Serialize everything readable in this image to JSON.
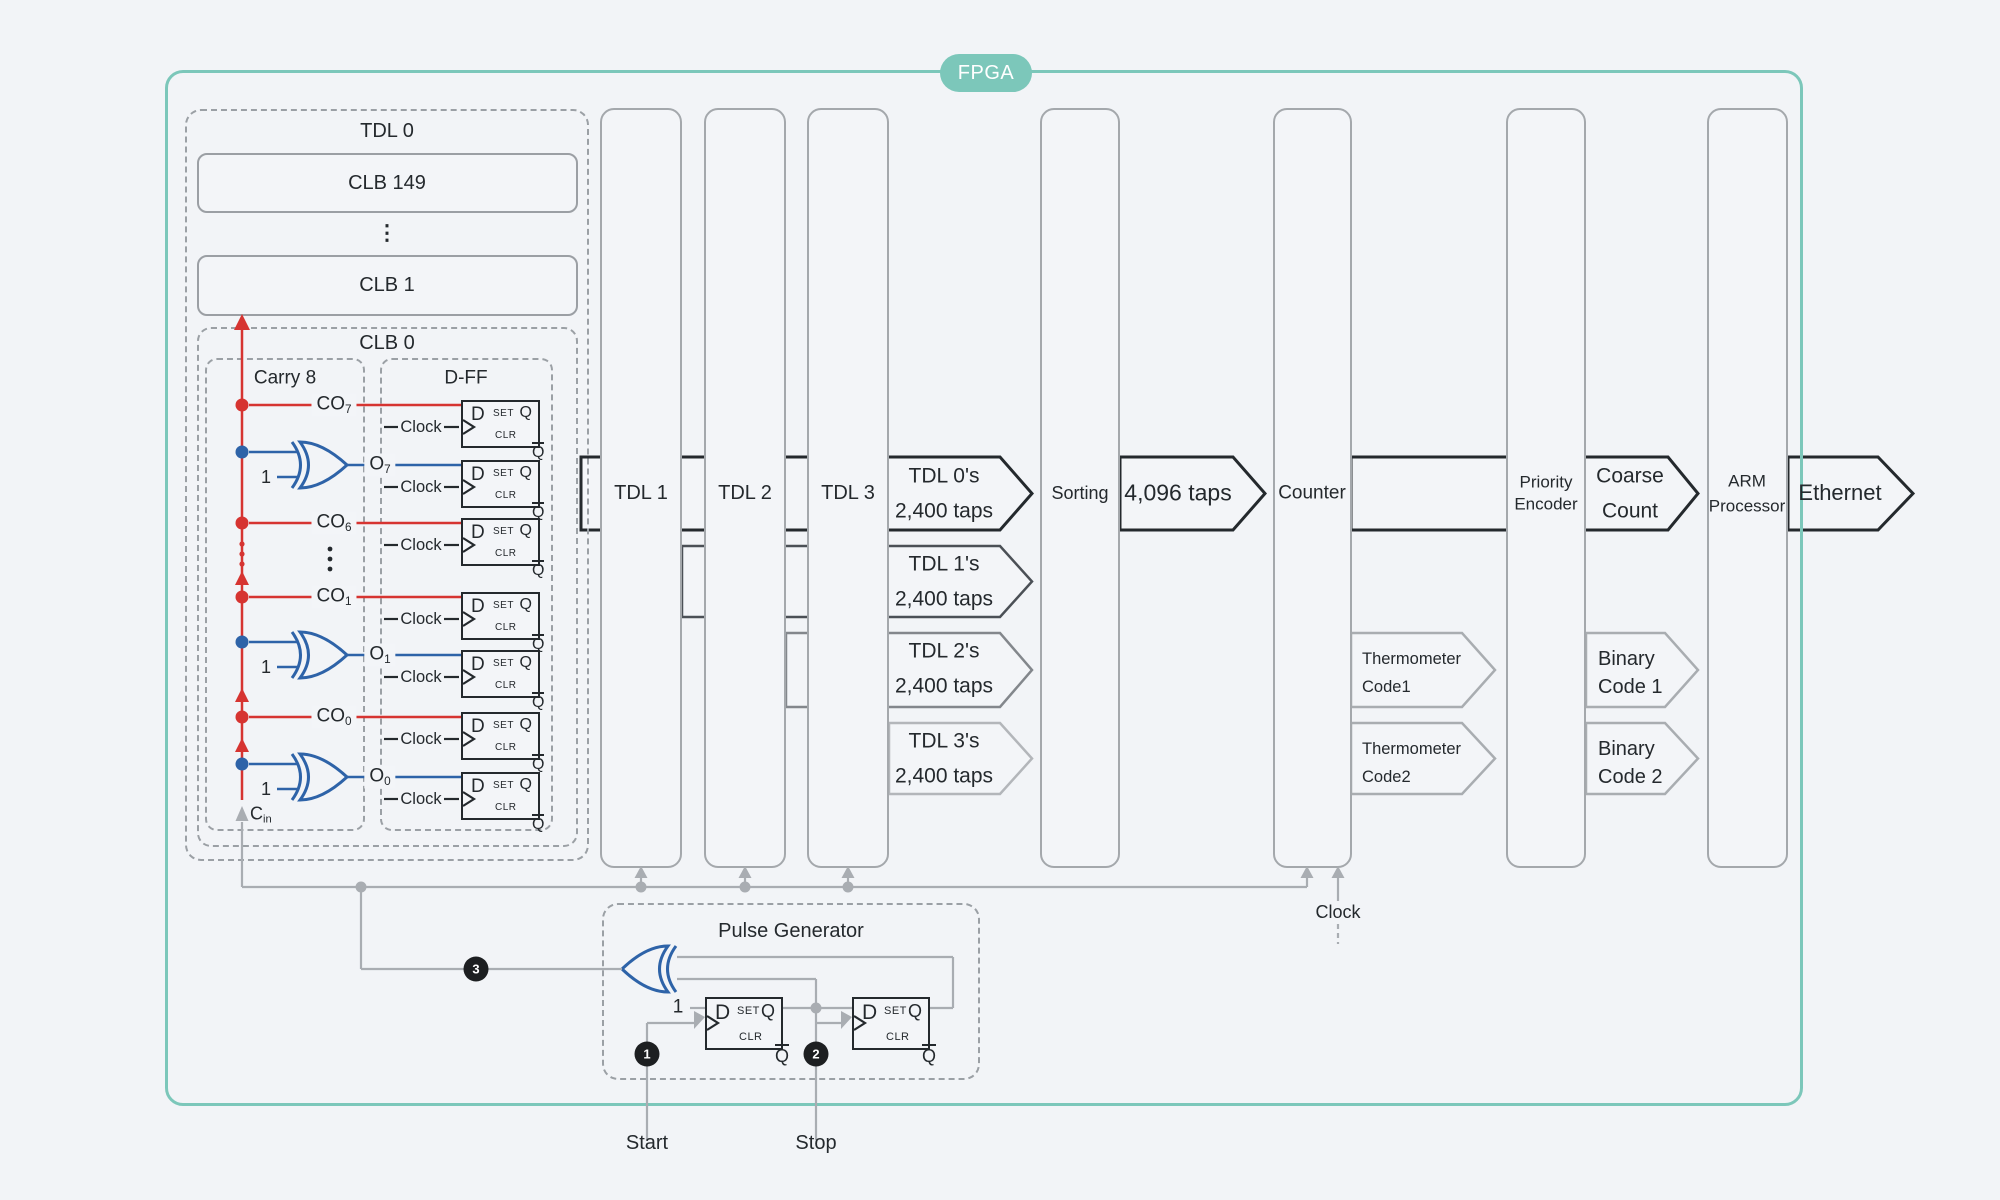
{
  "colors": {
    "accent_teal": "#7cc7ba",
    "carry_red": "#d63431",
    "xor_blue": "#2e63a8",
    "wire_gray": "#a9adb2",
    "line_dark": "#24292d",
    "background": "#f2f4f7"
  },
  "fpga": {
    "label": "FPGA"
  },
  "tdl0": {
    "title": "TDL 0",
    "clb_149": "CLB 149",
    "ellipsis": "⋮",
    "clb_1": "CLB 1"
  },
  "clb0": {
    "title": "CLB 0",
    "carry_title": "Carry 8",
    "dff_title": "D-FF",
    "clock_label": "Clock",
    "xor_input": "1"
  },
  "signals": {
    "co7": {
      "base": "CO",
      "sub": "7"
    },
    "o7": {
      "base": "O",
      "sub": "7"
    },
    "co6": {
      "base": "CO",
      "sub": "6"
    },
    "co1": {
      "base": "CO",
      "sub": "1"
    },
    "o1": {
      "base": "O",
      "sub": "1"
    },
    "co0": {
      "base": "CO",
      "sub": "0"
    },
    "o0": {
      "base": "O",
      "sub": "0"
    },
    "cin": {
      "base": "C",
      "sub": "in"
    }
  },
  "dff_cell": {
    "d": "D",
    "set": "SET",
    "q": "Q",
    "clr": "CLR",
    "qbar": "Q"
  },
  "columns": [
    {
      "line1": "TDL 1"
    },
    {
      "line1": "TDL 2"
    },
    {
      "line1": "TDL 3"
    },
    {
      "line1": "Sorting"
    },
    {
      "line1": "Counter"
    },
    {
      "line1": "Priority",
      "line2": "Encoder"
    },
    {
      "line1": "ARM",
      "line2": "Processor"
    }
  ],
  "taps_bands": [
    {
      "line1": "TDL 0's",
      "line2": "2,400 taps"
    },
    {
      "line1": "TDL 1's",
      "line2": "2,400 taps"
    },
    {
      "line1": "TDL 2's",
      "line2": "2,400 taps"
    },
    {
      "line1": "TDL 3's",
      "line2": "2,400 taps"
    }
  ],
  "merge_band": {
    "label": "4,096 taps"
  },
  "thermo_bands": [
    {
      "line1": "Thermometer",
      "line2": "Code1"
    },
    {
      "line1": "Thermometer",
      "line2": "Code2"
    }
  ],
  "coarse_band": {
    "line1": "Coarse",
    "line2": "Count"
  },
  "binary_bands": [
    {
      "line1": "Binary",
      "line2": "Code 1"
    },
    {
      "line1": "Binary",
      "line2": "Code 2"
    }
  ],
  "ethernet_band": {
    "label": "Ethernet"
  },
  "clock_input": {
    "label": "Clock"
  },
  "pulse_generator": {
    "title": "Pulse Generator",
    "d_input": "1",
    "start": "Start",
    "stop": "Stop",
    "badge_1": "1",
    "badge_2": "2",
    "badge_3": "3"
  }
}
